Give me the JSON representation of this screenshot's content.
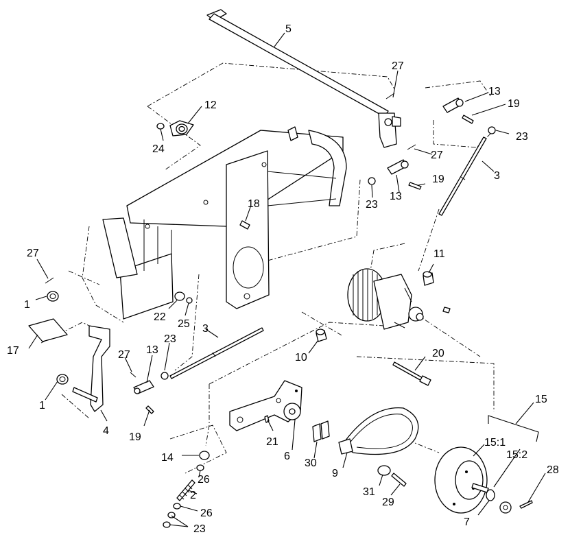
{
  "callouts": {
    "c1a": "1",
    "c1b": "1",
    "c2": "2",
    "c3a": "3",
    "c3b": "3",
    "c4": "4",
    "c5": "5",
    "c6": "6",
    "c7": "7",
    "c9": "9",
    "c10": "10",
    "c11": "11",
    "c12": "12",
    "c13a": "13",
    "c13b": "13",
    "c13c": "13",
    "c14": "14",
    "c15": "15",
    "c15_1": "15:1",
    "c15_2": "15:2",
    "c17": "17",
    "c18": "18",
    "c19a": "19",
    "c19b": "19",
    "c19c": "19",
    "c20": "20",
    "c21": "21",
    "c22": "22",
    "c23a": "23",
    "c23b": "23",
    "c23c": "23",
    "c23d": "23",
    "c24": "24",
    "c25": "25",
    "c26a": "26",
    "c26b": "26",
    "c27a": "27",
    "c27b": "27",
    "c27c": "27",
    "c27d": "27",
    "c28": "28",
    "c29": "29",
    "c30": "30",
    "c31": "31"
  }
}
